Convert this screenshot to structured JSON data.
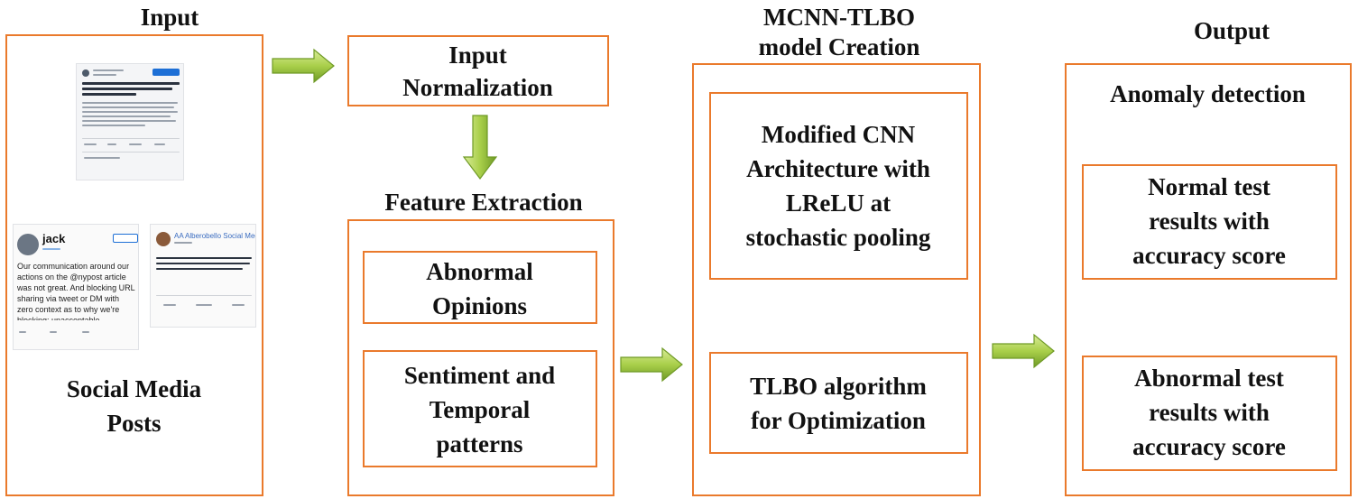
{
  "headings": {
    "input": "Input",
    "model": "MCNN-TLBO\nmodel Creation",
    "output": "Output",
    "feature_extraction": "Feature Extraction"
  },
  "input_box": {
    "caption": "Social Media\nPosts"
  },
  "normalization_box": {
    "label": "Input\nNormalization"
  },
  "feature_box": {
    "items": [
      "Abnormal\nOpinions",
      "Sentiment and\nTemporal\npatterns"
    ]
  },
  "model_box": {
    "items": [
      "Modified CNN\nArchitecture with\nLReLU at\nstochastic pooling",
      "TLBO algorithm\nfor Optimization"
    ]
  },
  "output_box": {
    "title": "Anomaly detection",
    "items": [
      "Normal test\nresults with\naccuracy score",
      "Abnormal test\nresults with\naccuracy score"
    ]
  },
  "posts": {
    "tweet_name": "jack",
    "tweet_text": "Our communication around our actions on the @nypost article was not great. And blocking URL sharing via tweet or DM with zero context as to why we're blocking: unacceptable.",
    "fb_name": "AA Alberobello Social Media"
  },
  "colors": {
    "box_border": "#ea7a2c",
    "arrow_fill_light": "#c8e27a",
    "arrow_fill_dark": "#6f9a26"
  }
}
